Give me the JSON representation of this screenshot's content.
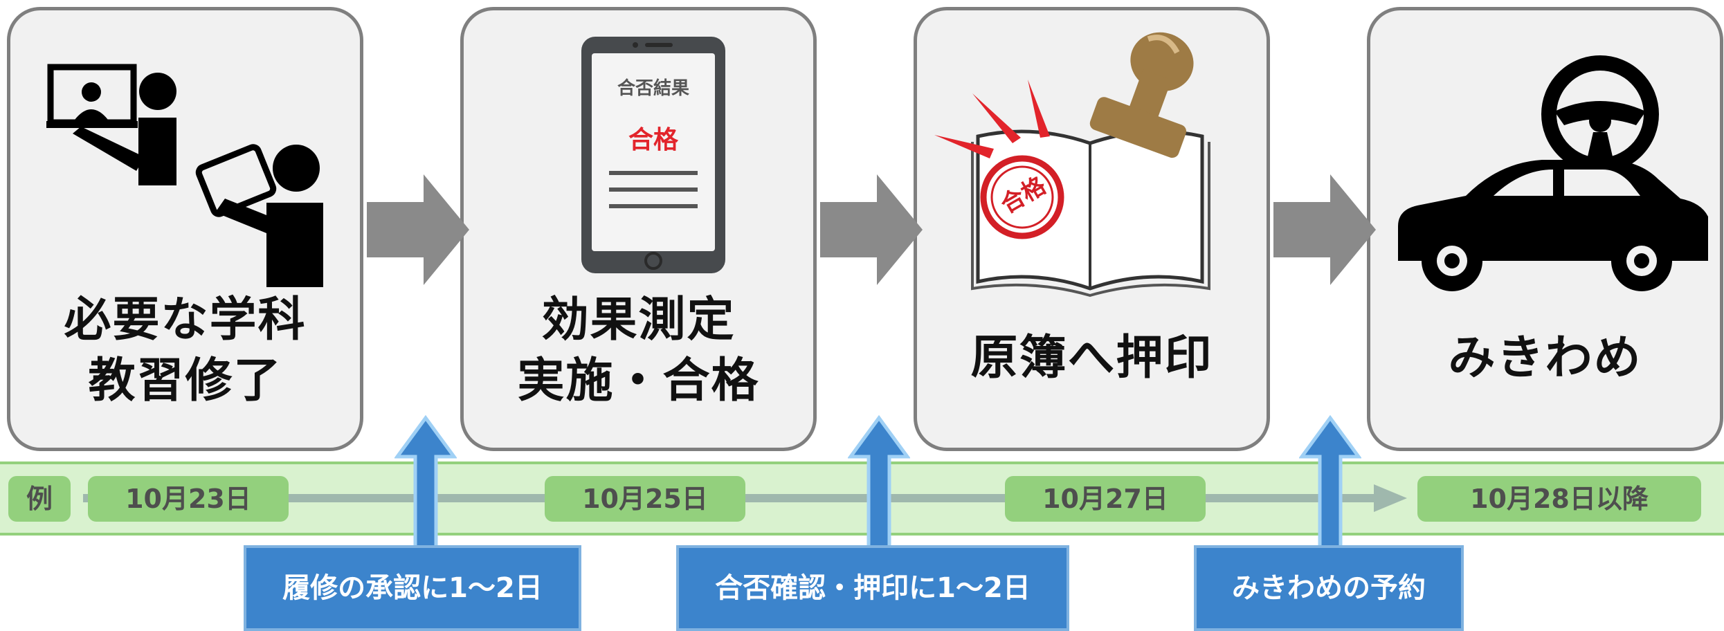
{
  "steps": [
    {
      "id": "step-1",
      "line1": "必要な学科",
      "line2": "教習修了",
      "icon": "online-lecture-icon"
    },
    {
      "id": "step-2",
      "line1": "効果測定",
      "line2": "実施・合格",
      "icon": "smartphone-result-icon",
      "screen": {
        "title": "合否結果",
        "result": "合格"
      }
    },
    {
      "id": "step-3",
      "line1": "原簿へ押印",
      "icon": "stamp-book-icon",
      "seal": "合格"
    },
    {
      "id": "step-4",
      "line1": "みきわめ",
      "icon": "car-steering-icon"
    }
  ],
  "timeline": {
    "label": "例",
    "dates": [
      "10月23日",
      "10月25日",
      "10月27日",
      "10月28日以降"
    ]
  },
  "notes": [
    "履修の承認に1～2日",
    "合否確認・押印に1～2日",
    "みきわめの予約"
  ],
  "colors": {
    "step_bg": "#f1f1f1",
    "step_border": "#7f7f7f",
    "arrow": "#8a8a8a",
    "timeline_bg": "#d9f2cf",
    "pill": "#93d07d",
    "note_bg": "#3c84cc",
    "accent_red": "#e2242b"
  }
}
